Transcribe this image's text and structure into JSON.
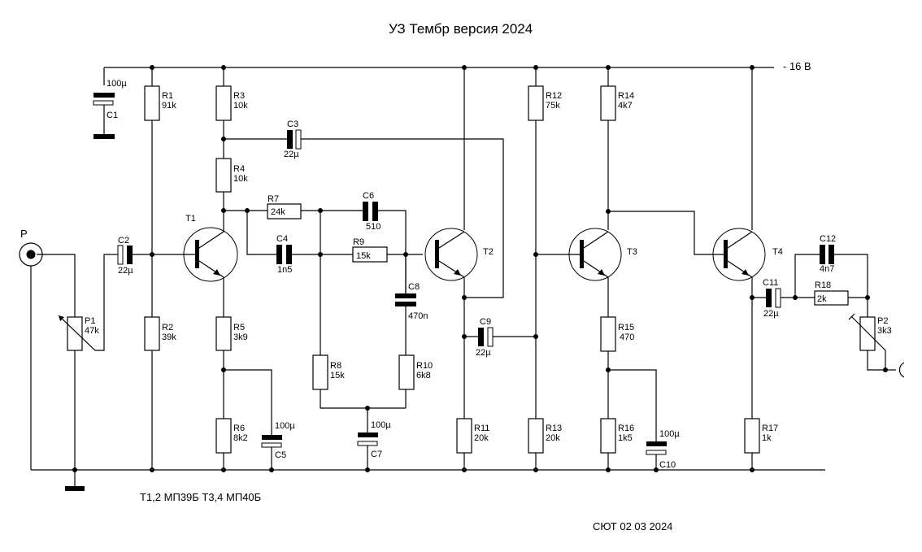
{
  "title": "УЗ Тембр версия 2024",
  "supply_label": "- 16 В",
  "transistor_note": "T1,2 МП39Б  T3,4 МП40Б",
  "footer": "СЮТ 02 03 2024",
  "input_label": "P",
  "transistors": [
    {
      "ref": "T1"
    },
    {
      "ref": "T2"
    },
    {
      "ref": "T3"
    },
    {
      "ref": "T4"
    }
  ],
  "resistors": [
    {
      "ref": "R1",
      "value": "91k"
    },
    {
      "ref": "R2",
      "value": "39k"
    },
    {
      "ref": "R3",
      "value": "10k"
    },
    {
      "ref": "R4",
      "value": "10k"
    },
    {
      "ref": "R5",
      "value": "3k9"
    },
    {
      "ref": "R6",
      "value": "8k2"
    },
    {
      "ref": "R7",
      "value": "24k"
    },
    {
      "ref": "R8",
      "value": "15k"
    },
    {
      "ref": "R9",
      "value": "15k"
    },
    {
      "ref": "R10",
      "value": "6k8"
    },
    {
      "ref": "R11",
      "value": "20k"
    },
    {
      "ref": "R12",
      "value": "75k"
    },
    {
      "ref": "R13",
      "value": "20k"
    },
    {
      "ref": "R14",
      "value": "4k7"
    },
    {
      "ref": "R15",
      "value": "470"
    },
    {
      "ref": "R16",
      "value": "1k5"
    },
    {
      "ref": "R17",
      "value": "1k"
    },
    {
      "ref": "R18",
      "value": "2k"
    }
  ],
  "capacitors": [
    {
      "ref": "C1",
      "value": "100µ"
    },
    {
      "ref": "C2",
      "value": "22µ"
    },
    {
      "ref": "C3",
      "value": "22µ"
    },
    {
      "ref": "C4",
      "value": "1n5"
    },
    {
      "ref": "C5",
      "value": "100µ"
    },
    {
      "ref": "C6",
      "value": "510"
    },
    {
      "ref": "C7",
      "value": "100µ"
    },
    {
      "ref": "C8",
      "value": "470n"
    },
    {
      "ref": "C9",
      "value": "22µ"
    },
    {
      "ref": "C10",
      "value": "100µ"
    },
    {
      "ref": "C11",
      "value": "22µ"
    },
    {
      "ref": "C12",
      "value": "4n7"
    }
  ],
  "potentiometers": [
    {
      "ref": "P1",
      "value": "47k"
    },
    {
      "ref": "P2",
      "value": "3k3"
    }
  ]
}
